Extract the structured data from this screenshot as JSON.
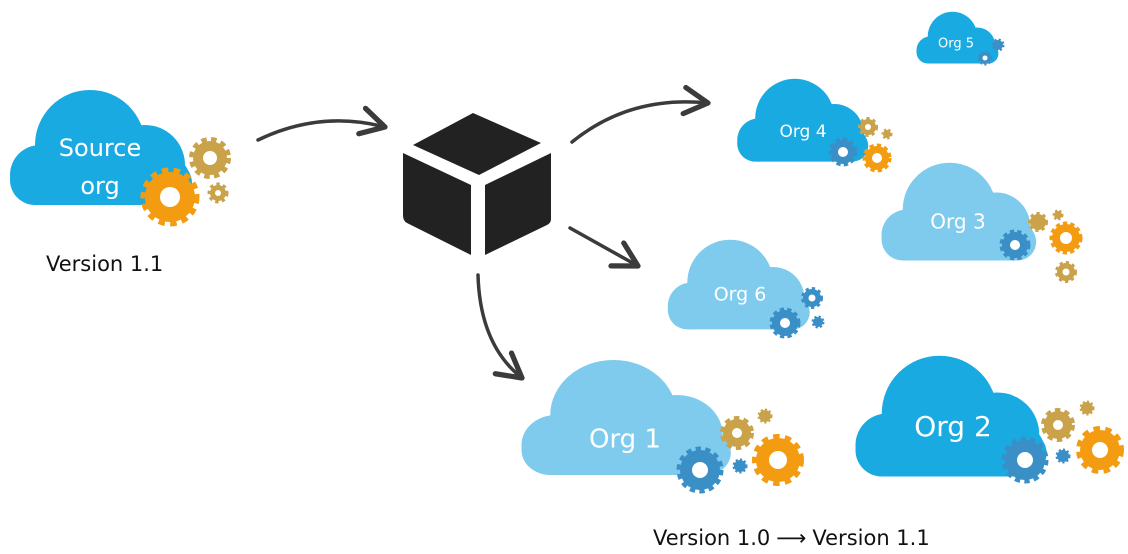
{
  "diagram": {
    "source": {
      "label_line1": "Source",
      "label_line2": "org",
      "version": "Version 1.1"
    },
    "package_icon": "box-icon",
    "targets": [
      {
        "label": "Org 5"
      },
      {
        "label": "Org 4"
      },
      {
        "label": "Org 3"
      },
      {
        "label": "Org 6"
      },
      {
        "label": "Org 1"
      },
      {
        "label": "Org 2"
      }
    ],
    "upgrade_note": {
      "from": "Version 1.0",
      "arrow": "⟶",
      "to": "Version 1.1"
    },
    "colors": {
      "cloud_bright": "#1aaae2",
      "cloud_light": "#7fcbee",
      "gear_gold": "#c9a24a",
      "gear_orange": "#f39c12",
      "gear_blue": "#3a8fc7",
      "arrow": "#3b3b3b",
      "box": "#222222"
    }
  }
}
